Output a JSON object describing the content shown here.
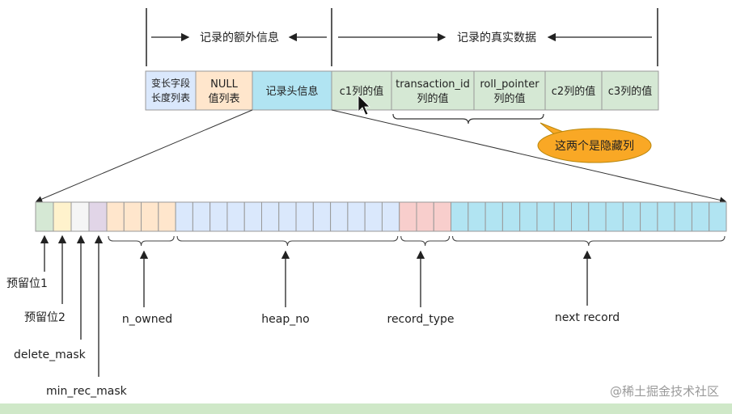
{
  "header": {
    "left_label": "记录的额外信息",
    "right_label": "记录的真实数据"
  },
  "record_fields": {
    "varlen": [
      "变长字段",
      "长度列表"
    ],
    "null_list": [
      "NULL",
      "值列表"
    ],
    "header_info": "记录头信息",
    "c1": "c1列的值",
    "transaction_id": [
      "transaction_id",
      "列的值"
    ],
    "roll_pointer": [
      "roll_pointer",
      "列的值"
    ],
    "c2": "c2列的值",
    "c3": "c3列的值"
  },
  "callout": "这两个是隐藏列",
  "bit_labels": {
    "reserved1": "预留位1",
    "reserved2": "预留位2",
    "delete_mask": "delete_mask",
    "min_rec_mask": "min_rec_mask",
    "n_owned": "n_owned",
    "heap_no": "heap_no",
    "record_type": "record_type",
    "next_record": "next record"
  },
  "colors": {
    "green": "#d5e8d4",
    "blue": "#dae8fc",
    "orange": "#ffe6cc",
    "cyan": "#b1e4f2",
    "pink": "#f8cecc",
    "purple": "#e1d5e7",
    "yellow": "#fff2cc",
    "grey": "#f5f5f5",
    "callout": "#f9a825"
  },
  "watermark": "@稀土掘金技术社区"
}
